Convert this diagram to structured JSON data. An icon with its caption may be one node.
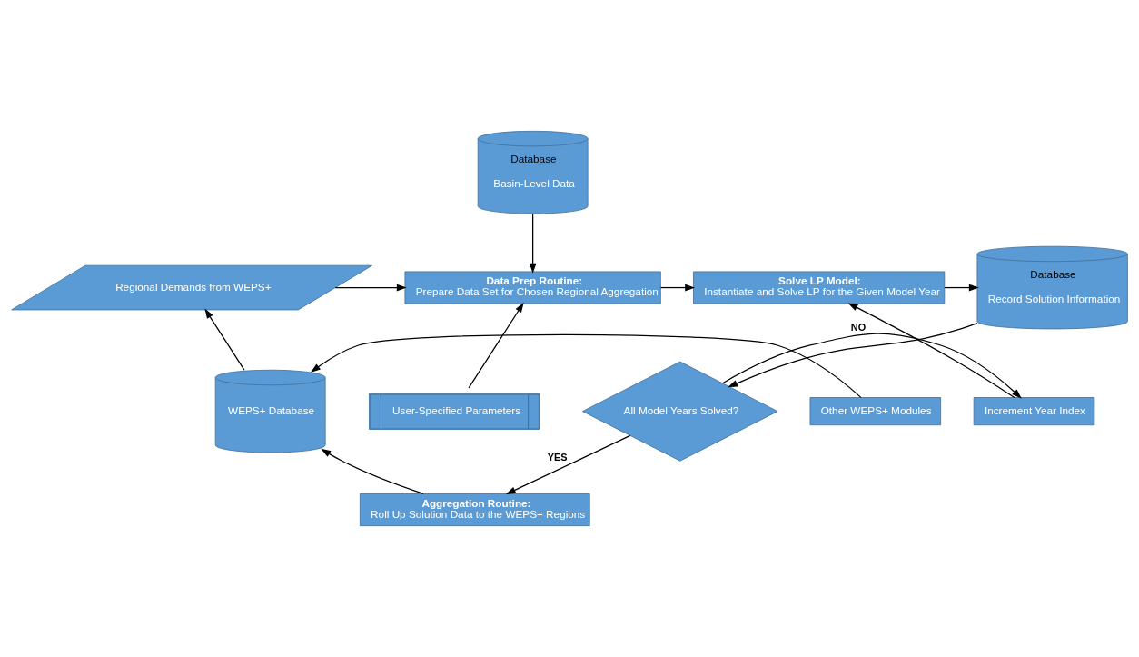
{
  "diagram": {
    "nodes": [
      {
        "text": [
          "Database",
          "Basin-Level Data"
        ]
      },
      {
        "text": [
          "Regional Demands from WEPS+"
        ]
      },
      {
        "text": [
          "Data Prep Routine:",
          "Prepare Data Set for Chosen Regional Aggregation"
        ]
      },
      {
        "text": [
          "Solve LP Model:",
          "Instantiate and Solve LP for the Given Model Year"
        ]
      },
      {
        "text": [
          "Database",
          "Record Solution Information"
        ]
      },
      {
        "text": [
          "Other WEPS+ Modules"
        ]
      },
      {
        "text": [
          "WEPS+ Database"
        ]
      },
      {
        "text": [
          "User-Specified Parameters"
        ]
      },
      {
        "text": [
          "Increment Year Index"
        ]
      },
      {
        "text": [
          "All Model Years Solved?"
        ]
      },
      {
        "text": [
          "Aggregation Routine:",
          "Roll Up Solution Data to the WEPS+ Regions"
        ]
      }
    ],
    "edges": [
      {
        "from": 0,
        "to": 2,
        "arrow": "to"
      },
      {
        "from": 1,
        "to": 2,
        "arrow": "to"
      },
      {
        "from": 2,
        "to": 3,
        "arrow": "to"
      },
      {
        "from": 3,
        "to": 4,
        "arrow": "to"
      },
      {
        "from": 4,
        "to": 9,
        "arrow": "to"
      },
      {
        "from": 9,
        "to": 8,
        "arrow": "to",
        "label": "NO"
      },
      {
        "from": 8,
        "to": 3,
        "arrow": "to"
      },
      {
        "from": 9,
        "to": 10,
        "arrow": "to",
        "label": "YES"
      },
      {
        "from": 10,
        "to": 6,
        "arrow": "to"
      },
      {
        "from": 6,
        "to": 1,
        "arrow": "to"
      },
      {
        "from": 5,
        "to": 6,
        "arrow": "to"
      },
      {
        "from": 7,
        "to": 2,
        "arrow": "to"
      }
    ]
  }
}
